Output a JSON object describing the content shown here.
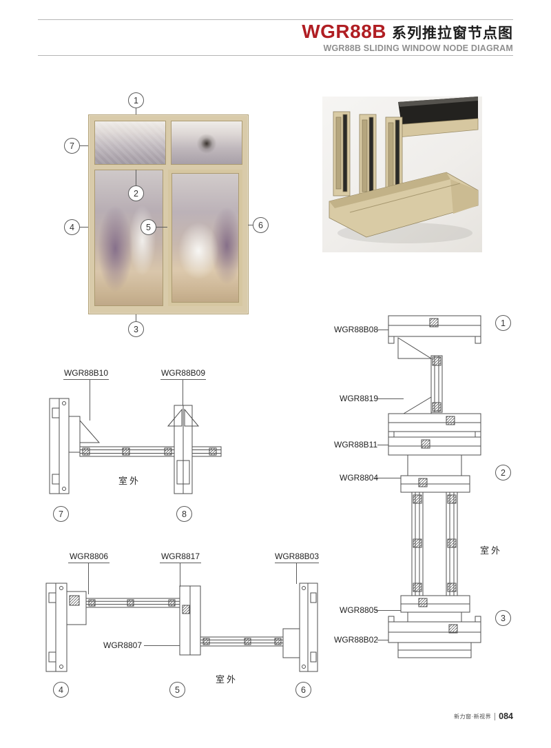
{
  "header": {
    "series_code": "WGR88B",
    "title_cn": "系列推拉窗节点图",
    "subtitle_en": "WGR88B SLIDING WINDOW NODE DIAGRAM"
  },
  "colors": {
    "accent_red": "#b01e23",
    "frame_beige": "#d9cbaa",
    "drawing_line": "#4d4d4d"
  },
  "window_figure": {
    "callouts": [
      "1",
      "7",
      "2",
      "4",
      "5",
      "6",
      "3"
    ]
  },
  "node_sections": {
    "mid_left": {
      "labels": [
        "WGR88B10",
        "WGR88B09"
      ],
      "outdoor": "室外",
      "callouts": [
        "7",
        "8"
      ]
    },
    "right_column": {
      "labels": [
        "WGR88B08",
        "WGR8819",
        "WGR88B11",
        "WGR8804",
        "WGR8805",
        "WGR88B02"
      ],
      "outdoor": "室外",
      "callouts": [
        "1",
        "2",
        "3"
      ]
    },
    "bottom_left": {
      "labels": [
        "WGR8806",
        "WGR8817",
        "WGR88B03",
        "WGR8807"
      ],
      "outdoor": "室外",
      "callouts": [
        "4",
        "5",
        "6"
      ]
    }
  },
  "footer": {
    "brand_text": "新力窗·新视界",
    "page_number": "084"
  }
}
